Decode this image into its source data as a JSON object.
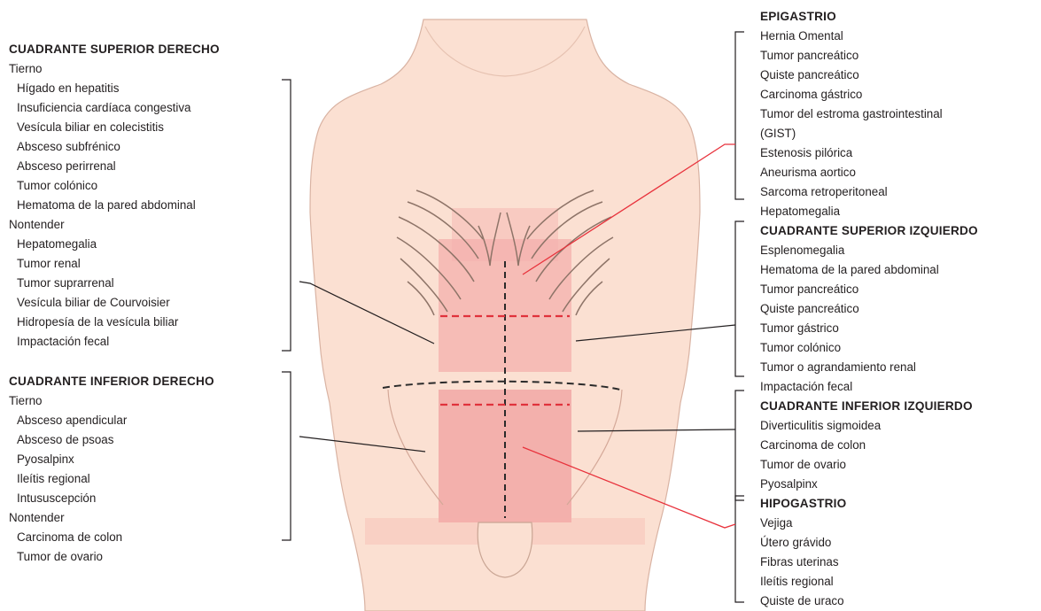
{
  "left": {
    "rsq": {
      "heading": "CUADRANTE SUPERIOR DERECHO",
      "tender_label": "Tierno",
      "tender_items": [
        "Hígado en hepatitis",
        "Insuficiencia cardíaca congestiva",
        "Vesícula biliar en colecistitis",
        "Absceso subfrénico",
        "Absceso perirrenal",
        "Tumor colónico",
        "Hematoma de la pared abdominal"
      ],
      "nontender_label": "Nontender",
      "nontender_items": [
        "Hepatomegalia",
        "Tumor renal",
        "Tumor suprarrenal",
        "Vesícula biliar de Courvoisier",
        "Hidropesía de la vesícula biliar",
        "Impactación fecal"
      ]
    },
    "riq": {
      "heading": "CUADRANTE INFERIOR DERECHO",
      "tender_label": "Tierno",
      "tender_items": [
        "Absceso apendicular",
        "Absceso de psoas",
        "Pyosalpinx",
        "Ileítis regional",
        "Intususcepción"
      ],
      "nontender_label": "Nontender",
      "nontender_items": [
        "Carcinoma de colon",
        "Tumor de ovario"
      ]
    }
  },
  "right": {
    "epigastrio": {
      "heading": "EPIGASTRIO",
      "items": [
        "Hernia Omental",
        "Tumor pancreático",
        "Quiste pancreático",
        "Carcinoma gástrico",
        "Tumor del estroma gastrointestinal",
        "(GIST)",
        "Estenosis pilórica",
        "Aneurisma aortico",
        "Sarcoma retroperitoneal",
        "Hepatomegalia"
      ]
    },
    "lsq": {
      "heading": "CUADRANTE SUPERIOR IZQUIERDO",
      "items": [
        "Esplenomegalia",
        "Hematoma de la pared abdominal",
        "Tumor pancreático",
        "Quiste pancreático",
        "Tumor gástrico",
        "Tumor colónico",
        "Tumor o agrandamiento renal",
        "Impactación fecal"
      ]
    },
    "liq": {
      "heading": "CUADRANTE INFERIOR IZQUIERDO",
      "items": [
        "Diverticulitis sigmoidea",
        "Carcinoma de colon",
        "Tumor de ovario",
        "Pyosalpinx"
      ]
    },
    "hipogastrio": {
      "heading": "HIPOGASTRIO",
      "items": [
        "Vejiga",
        "Útero grávido",
        "Fibras uterinas",
        "Ileítis regional",
        "Quiste de uraco"
      ]
    }
  },
  "colors": {
    "skin": "#fbe0d2",
    "skin_shadow": "#f0c4b0",
    "outline": "#c9a594",
    "zone": "#f4a6a6",
    "zone_strong": "#ee8f92",
    "dash_red": "#e0323c",
    "dash_black": "#2a2a2a",
    "leader_red": "#e8323c",
    "leader_black": "#231f20"
  }
}
